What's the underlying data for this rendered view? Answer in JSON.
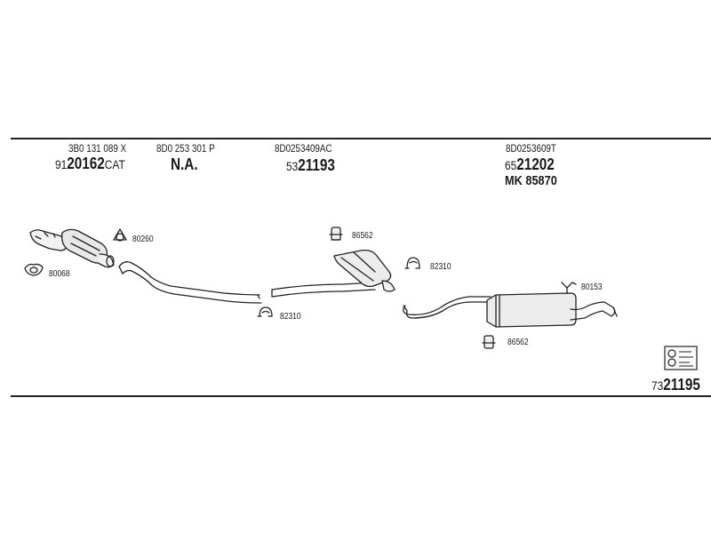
{
  "header": {
    "groups": [
      {
        "oem": "3B0 131 089 X",
        "code_prefix": "91",
        "code_main": "20162",
        "code_suffix": "CAT"
      },
      {
        "oem": "8D0 253 301 P",
        "code_main": "N.A."
      },
      {
        "oem": "8D0253409AC",
        "code_prefix": "53",
        "code_main": "21193"
      },
      {
        "oem": "8D0253609T",
        "code_prefix": "65",
        "code_main": "21202",
        "kit": "MK  85870"
      }
    ]
  },
  "callouts": [
    {
      "icon": "mounting-ring-icon",
      "number": "80260"
    },
    {
      "icon": "gasket-icon",
      "number": "80068"
    },
    {
      "icon": "pipe-clamp-icon",
      "number": "82310"
    },
    {
      "icon": "rubber-hanger-icon",
      "number": "86562"
    },
    {
      "icon": "pipe-clamp-icon",
      "number": "82310"
    },
    {
      "icon": "bracket-icon",
      "number": "80153"
    },
    {
      "icon": "rubber-hanger-icon",
      "number": "86562"
    }
  ],
  "footer": {
    "set_prefix": "73",
    "set_main": "21195",
    "logo_icon": "manufacturer-logo-icon"
  }
}
